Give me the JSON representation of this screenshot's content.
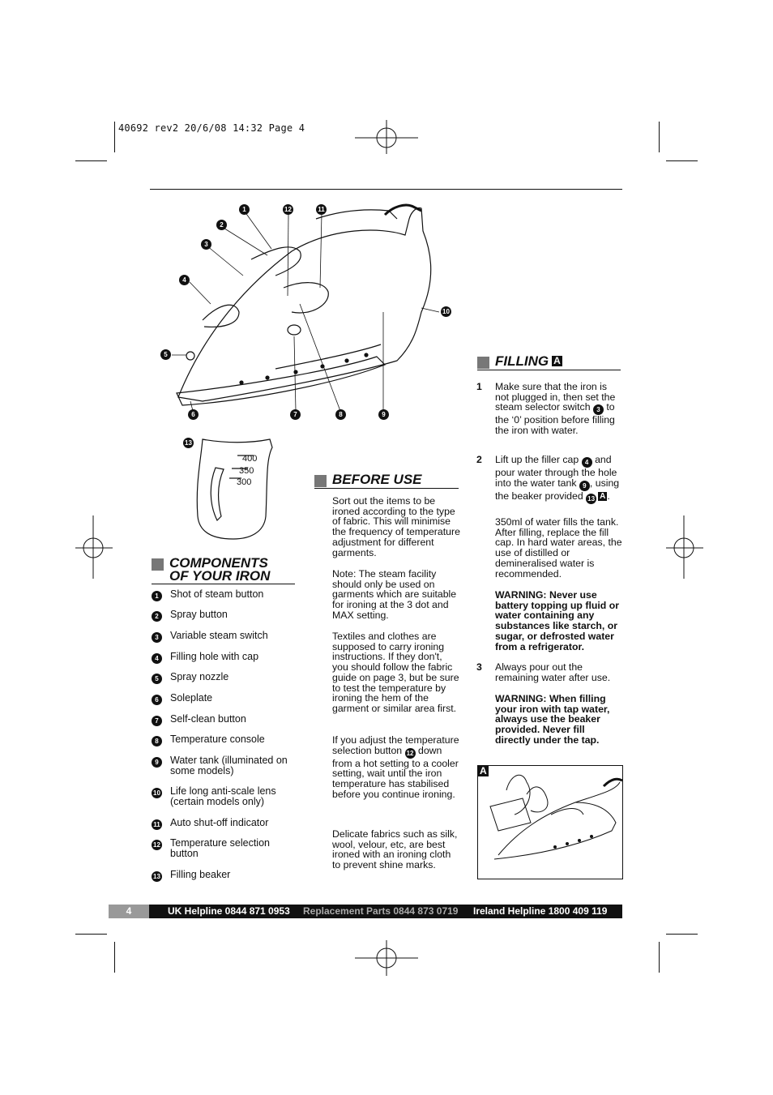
{
  "slug": "40692 rev2  20/6/08  14:32  Page 4",
  "callouts": [
    "1",
    "12",
    "11",
    "2",
    "3",
    "4",
    "10",
    "5",
    "6",
    "7",
    "8",
    "9",
    "13"
  ],
  "beaker_marks": [
    "400",
    "350",
    "300"
  ],
  "components": {
    "heading_line1": "COMPONENTS",
    "heading_line2": "OF YOUR IRON",
    "items": [
      {
        "n": "1",
        "label": "Shot of steam button"
      },
      {
        "n": "2",
        "label": "Spray button"
      },
      {
        "n": "3",
        "label": "Variable steam switch"
      },
      {
        "n": "4",
        "label": "Filling hole with cap"
      },
      {
        "n": "5",
        "label": "Spray nozzle"
      },
      {
        "n": "6",
        "label": "Soleplate"
      },
      {
        "n": "7",
        "label": "Self-clean button"
      },
      {
        "n": "8",
        "label": "Temperature console"
      },
      {
        "n": "9",
        "label": "Water tank (illuminated on some models)"
      },
      {
        "n": "10",
        "label": "Life long anti-scale lens (certain models only)"
      },
      {
        "n": "11",
        "label": "Auto shut-off indicator"
      },
      {
        "n": "12",
        "label": "Temperature selection button"
      },
      {
        "n": "13",
        "label": "Filling beaker"
      }
    ]
  },
  "before_use": {
    "heading": "BEFORE USE",
    "p1": "Sort out the items to be ironed according to the type of fabric. This will minimise the frequency of temperature adjustment for different garments.",
    "p2": "Note: The steam facility should only be used on garments which are suitable for ironing at the 3 dot and MAX setting.",
    "p3": "Textiles and clothes are supposed to carry ironing instructions. If they don't, you should follow the fabric guide on page 3, but be sure to test the temperature by ironing the hem of the garment or similar area first.",
    "p4a": "If you adjust the temperature selection button",
    "p4n": "12",
    "p4b": "down from a hot setting to a cooler setting, wait until the iron temperature has stabilised before you continue ironing.",
    "p5": "Delicate fabrics such as silk, wool, velour, etc, are best ironed with an ironing cloth to prevent shine marks."
  },
  "filling": {
    "heading": "FILLING",
    "tag": "A",
    "step1_num": "1",
    "step1a": "Make sure that the iron is not plugged in, then set the steam selector switch",
    "step1n": "3",
    "step1b": "to the ‘0’ position before filling the iron with water.",
    "step2_num": "2",
    "step2a": "Lift up the filler cap",
    "step2n1": "4",
    "step2b": "and pour water through the hole into the water tank",
    "step2n2": "9",
    "step2c": ", using the beaker provided",
    "step2n3": "13",
    "step2tag": "A",
    "step2end": ".",
    "p350": "350ml of water fills the tank. After filling, replace the fill cap. In hard water areas, the use of distilled or demineralised water is recommended.",
    "warning1": "WARNING: Never use battery topping up fluid or water containing any substances like starch, or sugar, or defrosted water from a refrigerator.",
    "step3_num": "3",
    "step3": "Always pour out the remaining water after use.",
    "warning2": "WARNING: When filling your iron with tap water, always use the beaker provided. Never fill directly under the tap.",
    "figure_tag": "A"
  },
  "footer": {
    "page": "4",
    "uk": "UK Helpline 0844 871 0953",
    "parts": "Replacement Parts 0844 873 0719",
    "ireland": "Ireland Helpline 1800 409 119"
  }
}
